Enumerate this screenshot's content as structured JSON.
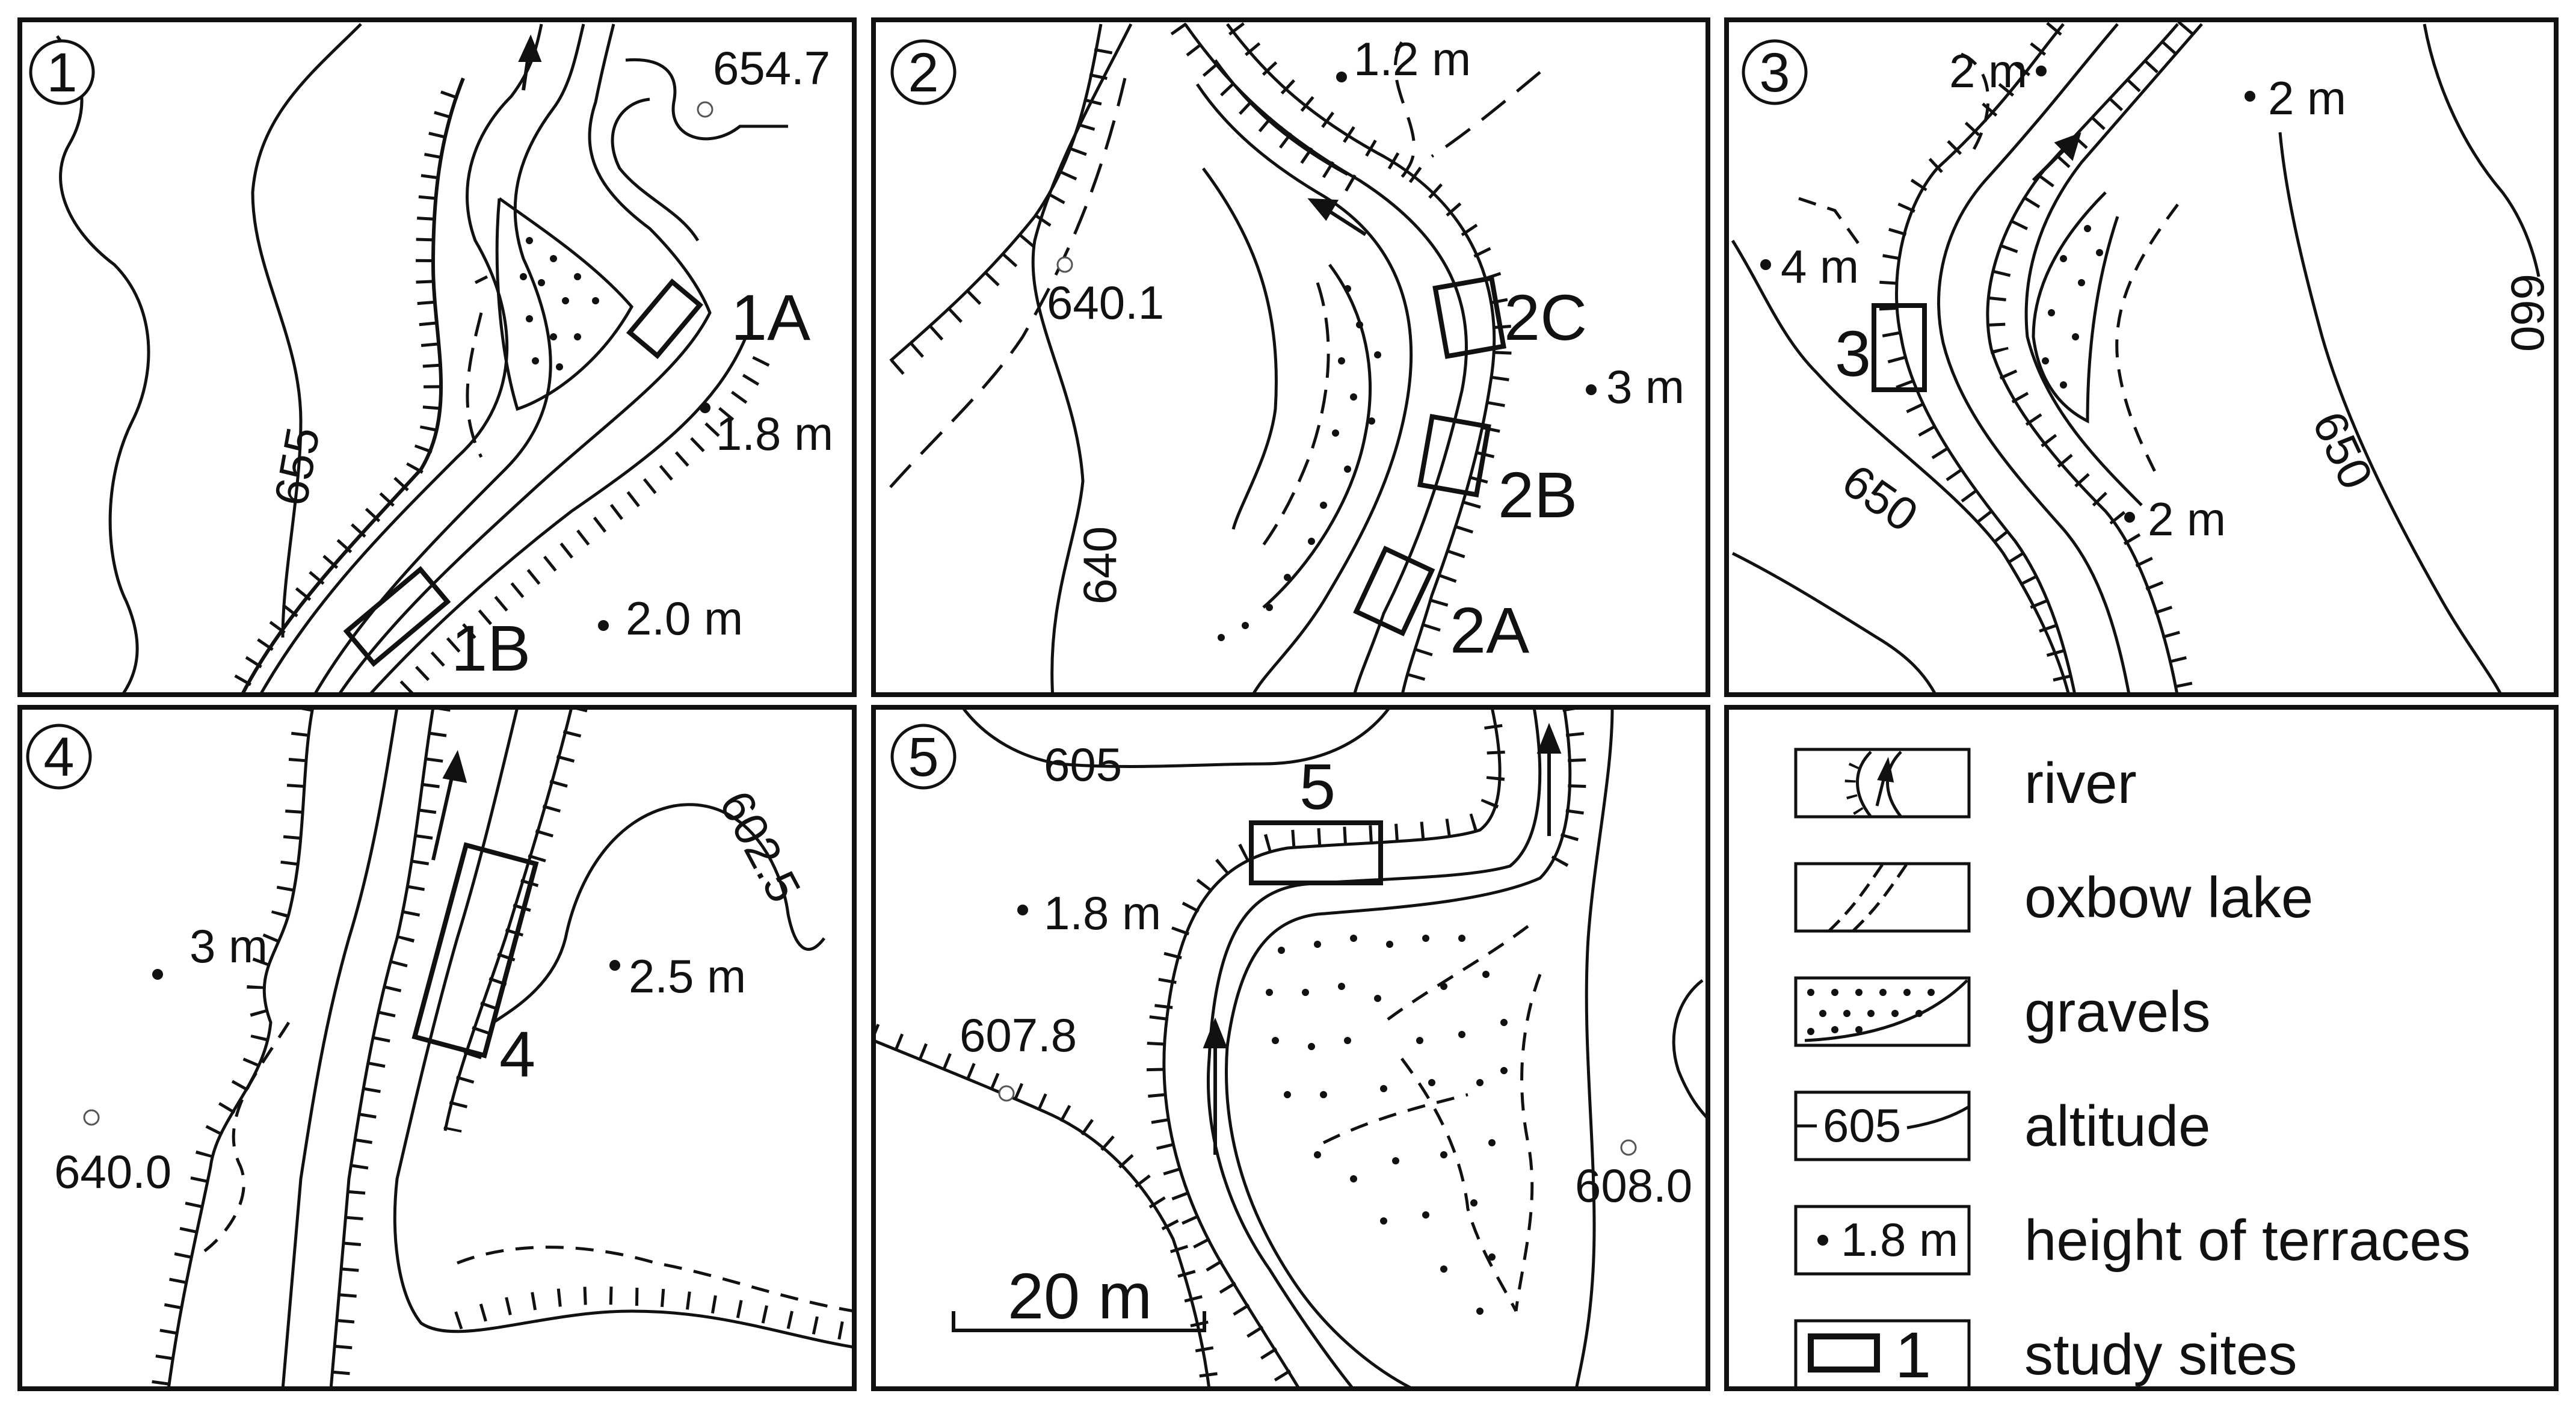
{
  "colors": {
    "ink": "#111111",
    "background": "#ffffff"
  },
  "panels": [
    {
      "number": "1",
      "contours": [
        "654.7",
        "655"
      ],
      "terraces": [
        "1.8 m",
        "2.0 m"
      ],
      "sites": [
        "1A",
        "1B"
      ]
    },
    {
      "number": "2",
      "contours": [
        "640.1",
        "640"
      ],
      "terraces": [
        "1.2 m",
        "3 m"
      ],
      "sites": [
        "2C",
        "2B",
        "2A"
      ]
    },
    {
      "number": "3",
      "contours": [
        "650",
        "650",
        "660"
      ],
      "terraces": [
        "2 m",
        "2 m",
        "4 m",
        "2 m"
      ],
      "sites": [
        "3"
      ]
    },
    {
      "number": "4",
      "contours": [
        "602.5",
        "640.0"
      ],
      "terraces": [
        "3 m",
        "2.5 m"
      ],
      "sites": [
        "4"
      ]
    },
    {
      "number": "5",
      "contours": [
        "605",
        "607.8",
        "608.0"
      ],
      "terraces": [
        "1.8 m"
      ],
      "sites": [
        "5"
      ],
      "scale_bar": "20 m"
    }
  ],
  "legend": {
    "items": [
      {
        "label": "river",
        "icon": "river-icon"
      },
      {
        "label": "oxbow lake",
        "icon": "oxbow-lake-icon"
      },
      {
        "label": "gravels",
        "icon": "gravels-icon"
      },
      {
        "label": "altitude",
        "icon": "altitude-icon",
        "sample": "605"
      },
      {
        "label": "height of terraces",
        "icon": "terrace-height-icon",
        "sample": "1.8 m"
      },
      {
        "label": "study sites",
        "icon": "study-site-icon",
        "sample": "1"
      }
    ]
  }
}
